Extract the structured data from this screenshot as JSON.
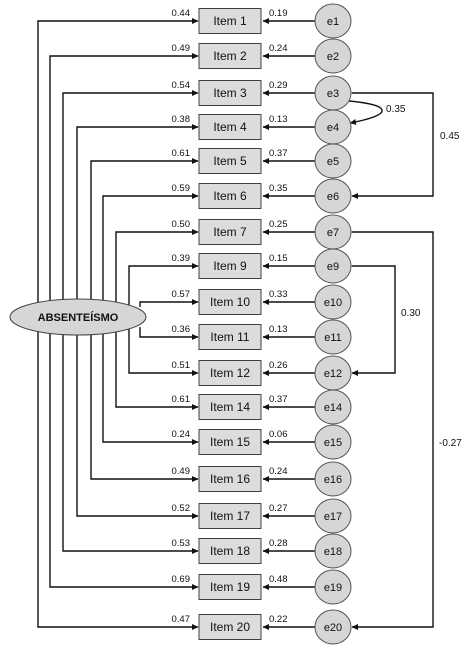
{
  "latent": {
    "label": "ABSENTEÍSMO"
  },
  "items": [
    {
      "label": "Item 1",
      "loading": "0.44",
      "error": "e1",
      "error_weight": "0.19"
    },
    {
      "label": "Item 2",
      "loading": "0.49",
      "error": "e2",
      "error_weight": "0.24"
    },
    {
      "label": "Item 3",
      "loading": "0.54",
      "error": "e3",
      "error_weight": "0.29"
    },
    {
      "label": "Item 4",
      "loading": "0.38",
      "error": "e4",
      "error_weight": "0.13"
    },
    {
      "label": "Item 5",
      "loading": "0.61",
      "error": "e5",
      "error_weight": "0.37"
    },
    {
      "label": "Item 6",
      "loading": "0.59",
      "error": "e6",
      "error_weight": "0.35"
    },
    {
      "label": "Item 7",
      "loading": "0.50",
      "error": "e7",
      "error_weight": "0.25"
    },
    {
      "label": "Item 9",
      "loading": "0.39",
      "error": "e9",
      "error_weight": "0.15"
    },
    {
      "label": "Item 10",
      "loading": "0.57",
      "error": "e10",
      "error_weight": "0.33"
    },
    {
      "label": "Item 11",
      "loading": "0.36",
      "error": "e11",
      "error_weight": "0.13"
    },
    {
      "label": "Item 12",
      "loading": "0.51",
      "error": "e12",
      "error_weight": "0.26"
    },
    {
      "label": "Item 14",
      "loading": "0.61",
      "error": "e14",
      "error_weight": "0.37"
    },
    {
      "label": "Item 15",
      "loading": "0.24",
      "error": "e15",
      "error_weight": "0.06"
    },
    {
      "label": "Item 16",
      "loading": "0.49",
      "error": "e16",
      "error_weight": "0.24"
    },
    {
      "label": "Item 17",
      "loading": "0.52",
      "error": "e17",
      "error_weight": "0.27"
    },
    {
      "label": "Item 18",
      "loading": "0.53",
      "error": "e18",
      "error_weight": "0.28"
    },
    {
      "label": "Item 19",
      "loading": "0.69",
      "error": "e19",
      "error_weight": "0.48"
    },
    {
      "label": "Item 20",
      "loading": "0.47",
      "error": "e20",
      "error_weight": "0.22"
    }
  ],
  "correlations": [
    {
      "from": "e3",
      "to": "e4",
      "value": "0.35"
    },
    {
      "from": "e3",
      "to": "e6",
      "value": "0.45"
    },
    {
      "from": "e9",
      "to": "e12",
      "value": "0.30"
    },
    {
      "from": "e7",
      "to": "e20",
      "value": "-0.27"
    }
  ]
}
